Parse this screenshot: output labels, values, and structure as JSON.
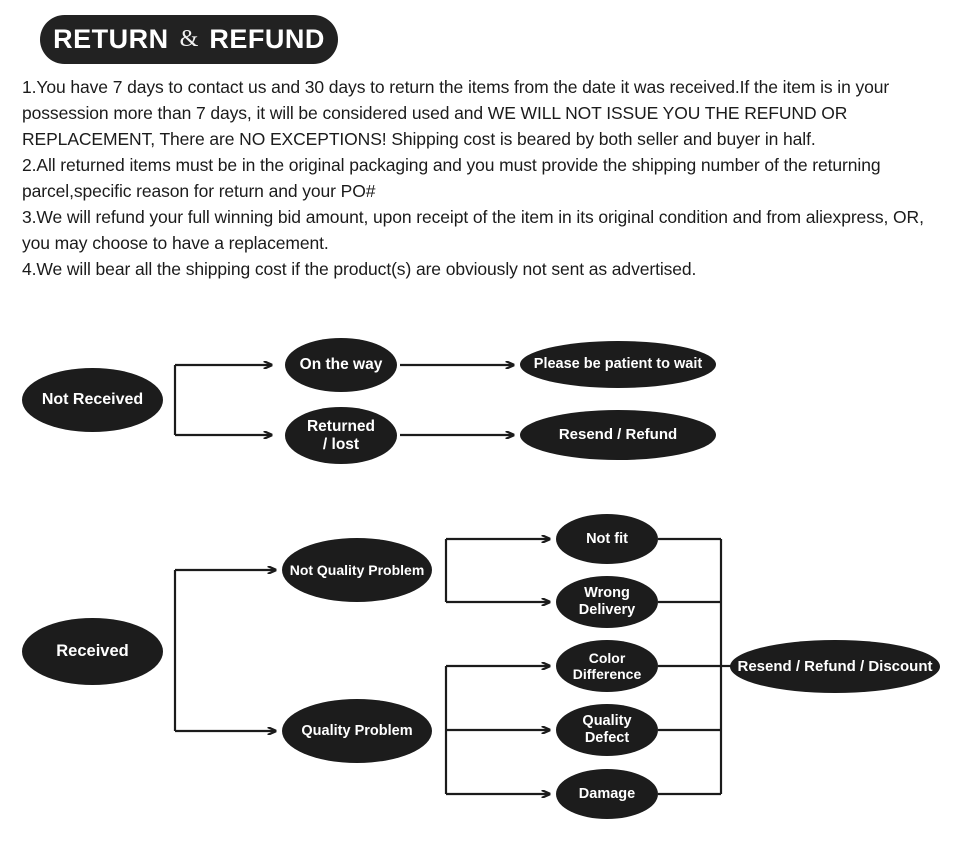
{
  "header": {
    "word1": "RETURN",
    "ampersand": "&",
    "word2": "REFUND"
  },
  "policy": {
    "items": [
      "1.You have 7 days to contact us and 30 days to return the items from the date it was received.If the item is in your possession more than 7 days, it will be considered used and WE WILL NOT ISSUE YOU THE REFUND OR REPLACEMENT, There are NO EXCEPTIONS! Shipping cost is beared by both seller and buyer in half.",
      "2.All returned items must be in the original packaging and you must provide the shipping number of the returning parcel,specific reason for return and your PO#",
      "3.We will refund your full winning bid amount, upon receipt of the item in its original condition and from aliexpress, OR, you may choose to have a replacement.",
      "4.We will bear all the shipping cost if the product(s) are obviously not sent as advertised."
    ]
  },
  "flowchart_not_received": {
    "root": "Not Received",
    "branches": [
      {
        "condition": "On the way",
        "outcome": "Please be patient to wait"
      },
      {
        "condition_line1": "Returned",
        "condition_line2": "/  lost",
        "outcome": "Resend / Refund"
      }
    ]
  },
  "flowchart_received": {
    "root": "Received",
    "categories": [
      {
        "label": "Not Quality Problem",
        "reasons": [
          {
            "line1": "Not fit",
            "line2": ""
          },
          {
            "line1": "Wrong",
            "line2": "Delivery"
          }
        ]
      },
      {
        "label": "Quality Problem",
        "reasons": [
          {
            "line1": "Color",
            "line2": "Difference"
          },
          {
            "line1": "Quality",
            "line2": "Defect"
          },
          {
            "line1": "Damage",
            "line2": ""
          }
        ]
      }
    ],
    "outcome": "Resend / Refund / Discount"
  },
  "colors": {
    "node_fill": "#1c1c1c",
    "node_text": "#ffffff",
    "line": "#1b1b1b",
    "background": "#ffffff",
    "body_text": "#1b1b1b"
  }
}
